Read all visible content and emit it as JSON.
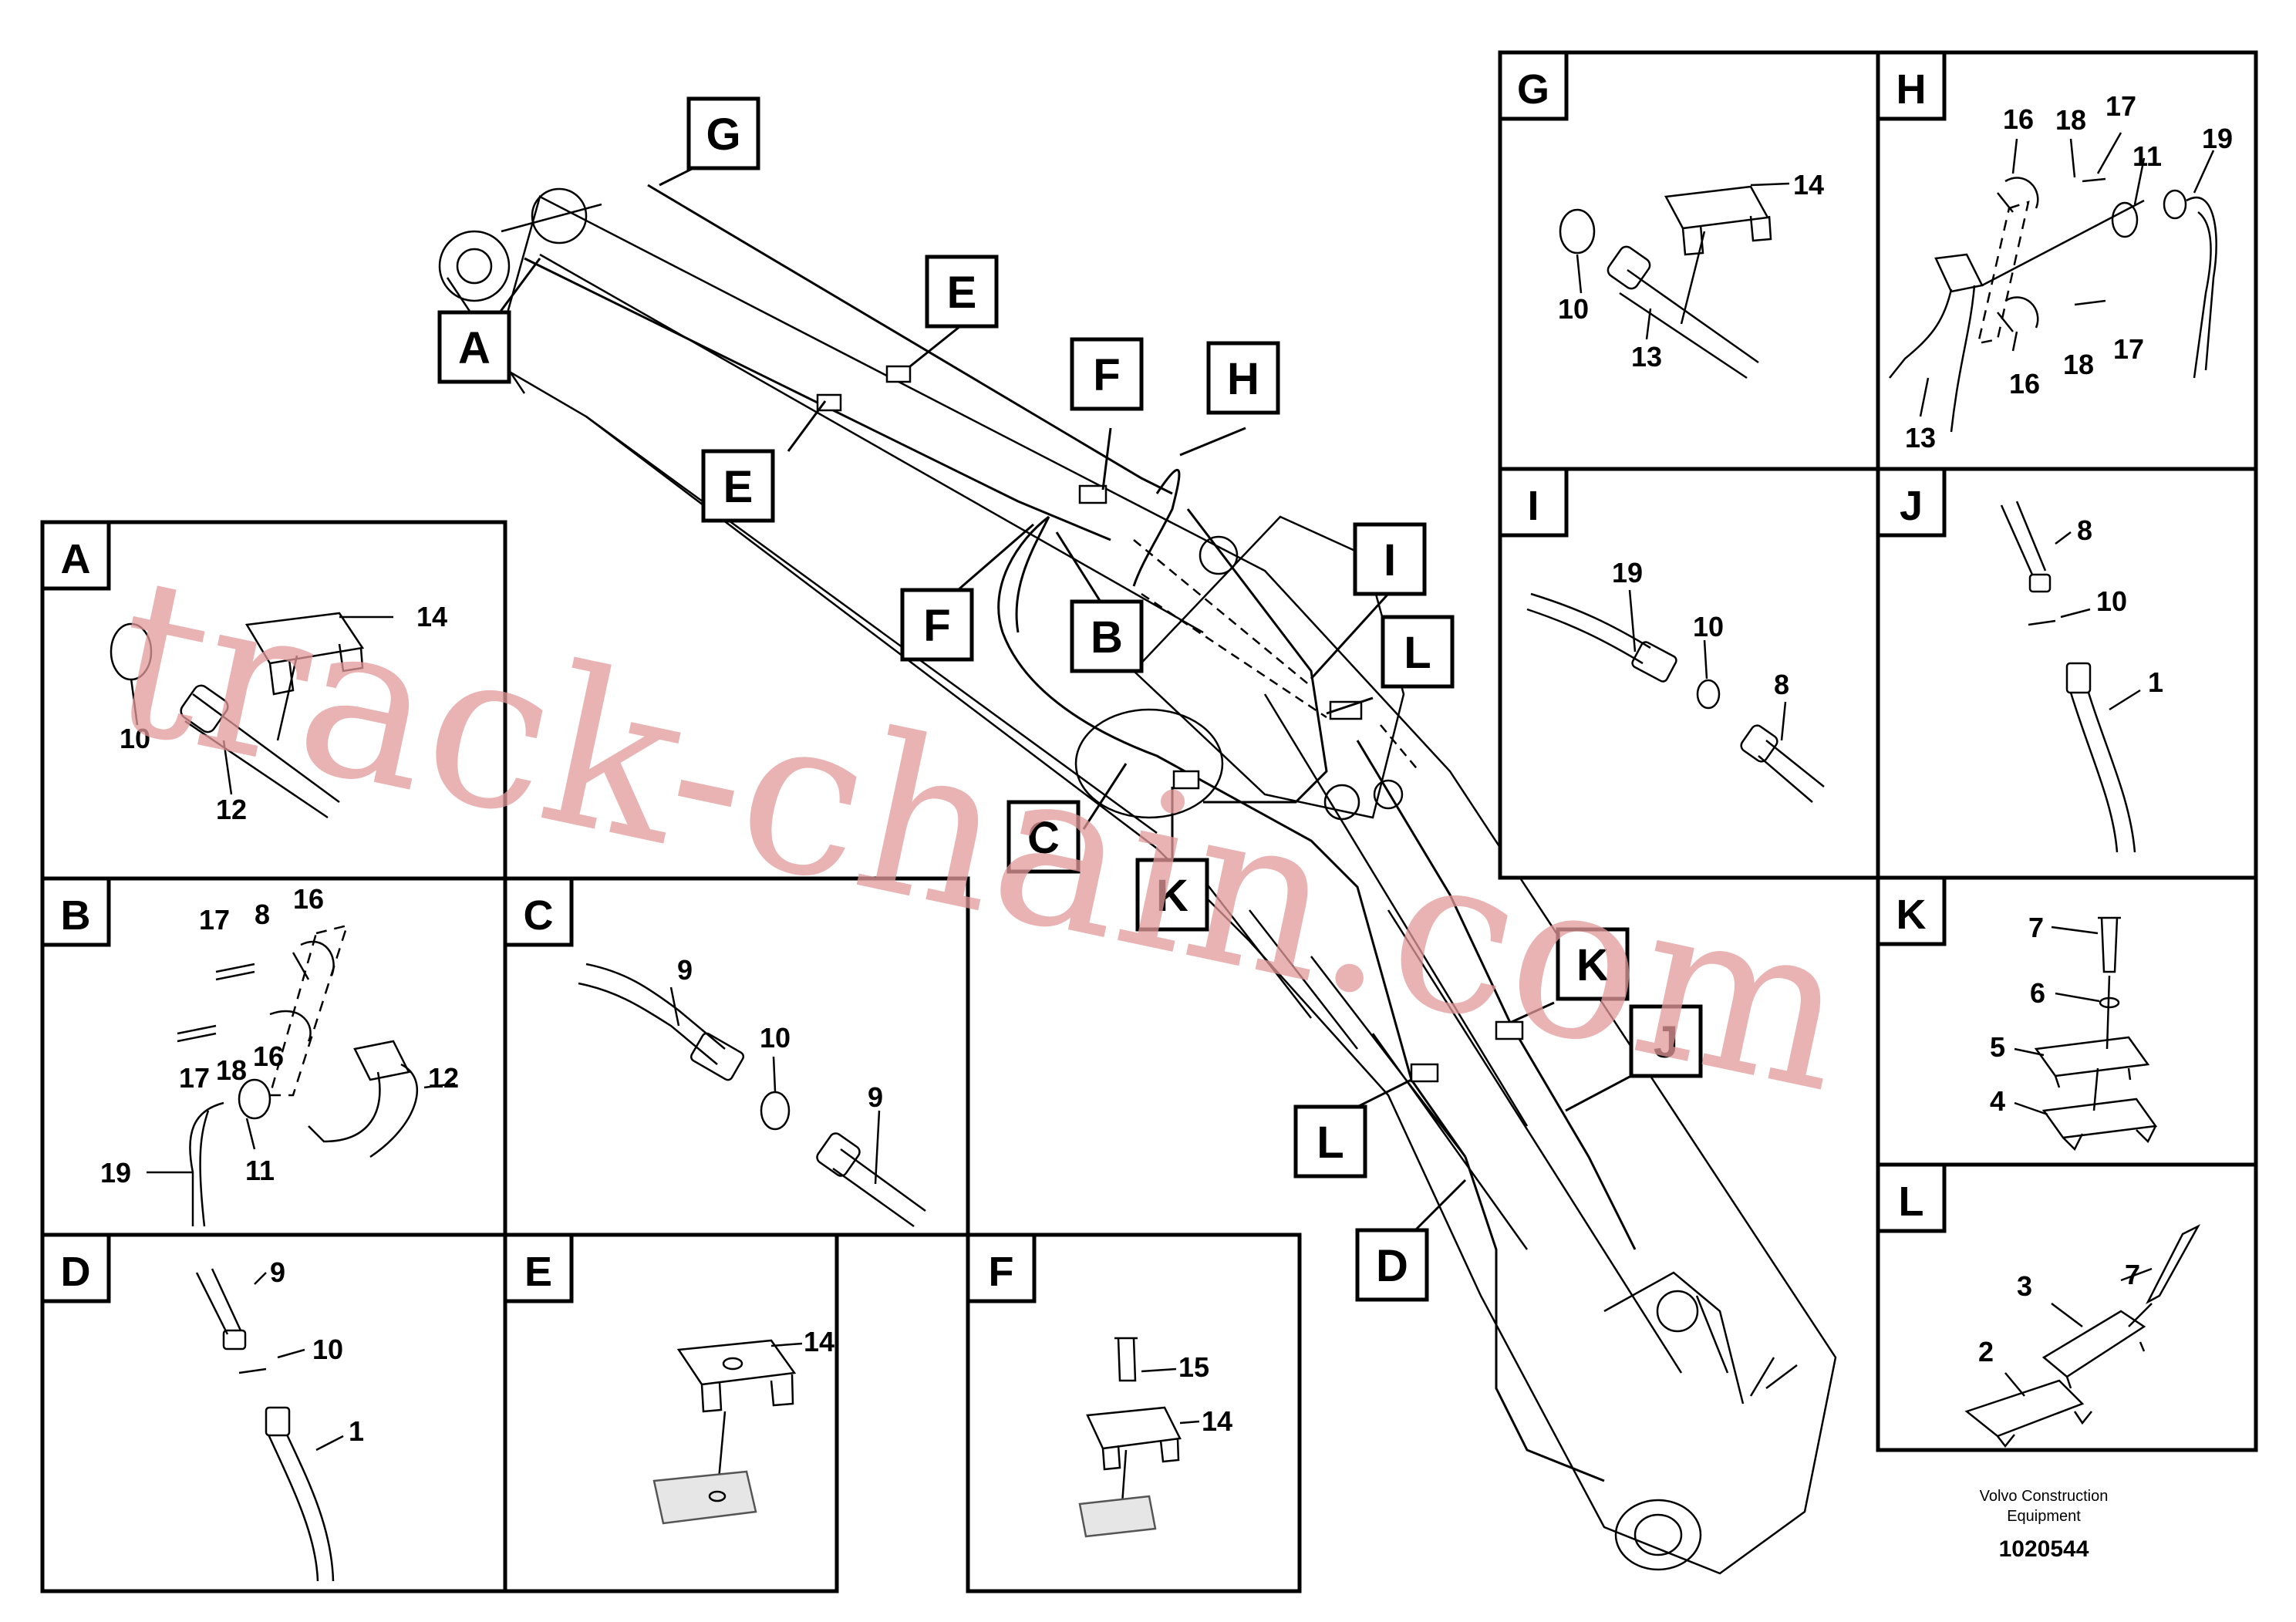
{
  "main_callouts": [
    {
      "id": "A",
      "label": "A"
    },
    {
      "id": "G",
      "label": "G"
    },
    {
      "id": "E1",
      "label": "E"
    },
    {
      "id": "E2",
      "label": "E"
    },
    {
      "id": "F1",
      "label": "F"
    },
    {
      "id": "H",
      "label": "H"
    },
    {
      "id": "F2",
      "label": "F"
    },
    {
      "id": "B",
      "label": "B"
    },
    {
      "id": "I",
      "label": "I"
    },
    {
      "id": "L1",
      "label": "L"
    },
    {
      "id": "C",
      "label": "C"
    },
    {
      "id": "K1",
      "label": "K"
    },
    {
      "id": "K2",
      "label": "K"
    },
    {
      "id": "J",
      "label": "J"
    },
    {
      "id": "L2",
      "label": "L"
    },
    {
      "id": "D",
      "label": "D"
    }
  ],
  "panels": {
    "A": {
      "title": "A",
      "parts": [
        "14",
        "10",
        "12"
      ]
    },
    "B": {
      "title": "B",
      "parts": [
        "17",
        "8",
        "16",
        "17",
        "18",
        "16",
        "12",
        "19",
        "11"
      ]
    },
    "C": {
      "title": "C",
      "parts": [
        "9",
        "10",
        "9"
      ]
    },
    "D": {
      "title": "D",
      "parts": [
        "9",
        "10",
        "1"
      ]
    },
    "E": {
      "title": "E",
      "parts": [
        "14"
      ]
    },
    "F": {
      "title": "F",
      "parts": [
        "15",
        "14"
      ]
    },
    "G": {
      "title": "G",
      "parts": [
        "14",
        "10",
        "13"
      ]
    },
    "H": {
      "title": "H",
      "parts": [
        "16",
        "18",
        "17",
        "11",
        "19",
        "13",
        "16",
        "18",
        "17"
      ]
    },
    "I": {
      "title": "I",
      "parts": [
        "19",
        "10",
        "8"
      ]
    },
    "J": {
      "title": "J",
      "parts": [
        "8",
        "10",
        "1"
      ]
    },
    "K": {
      "title": "K",
      "parts": [
        "7",
        "6",
        "5",
        "4"
      ]
    },
    "L": {
      "title": "L",
      "parts": [
        "7",
        "3",
        "2"
      ]
    }
  },
  "watermark": "track-chain.com",
  "footer": {
    "brand_line1": "Volvo Construction",
    "brand_line2": "Equipment",
    "doc_number": "1020544"
  }
}
